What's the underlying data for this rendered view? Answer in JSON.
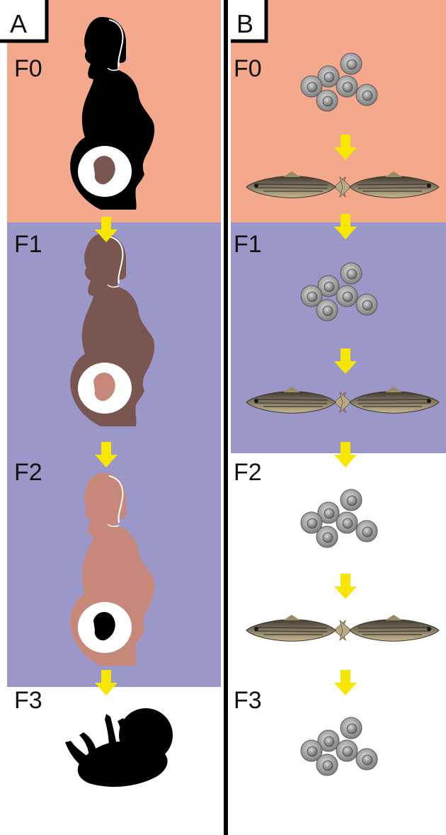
{
  "panels": {
    "a": {
      "label": "A"
    },
    "b": {
      "label": "B"
    }
  },
  "generations": {
    "f0": "F0",
    "f1": "F1",
    "f2": "F2",
    "f3": "F3"
  },
  "colors": {
    "f0_band": "#f4a98c",
    "f1_band": "#9b98c9",
    "arrow": "#f7e600",
    "divider": "#000000",
    "woman_f0": "#000000",
    "woman_f1": "#7a5651",
    "woman_f2": "#c7887a",
    "infant": "#000000",
    "egg": "#8a8a8a",
    "fish": "#6b6150"
  },
  "icons": {
    "woman": "pregnant-woman-silhouette-icon",
    "infant": "infant-silhouette-icon",
    "eggs": "egg-cluster-icon",
    "fish": "zebrafish-icon",
    "arrow": "down-arrow-icon"
  }
}
